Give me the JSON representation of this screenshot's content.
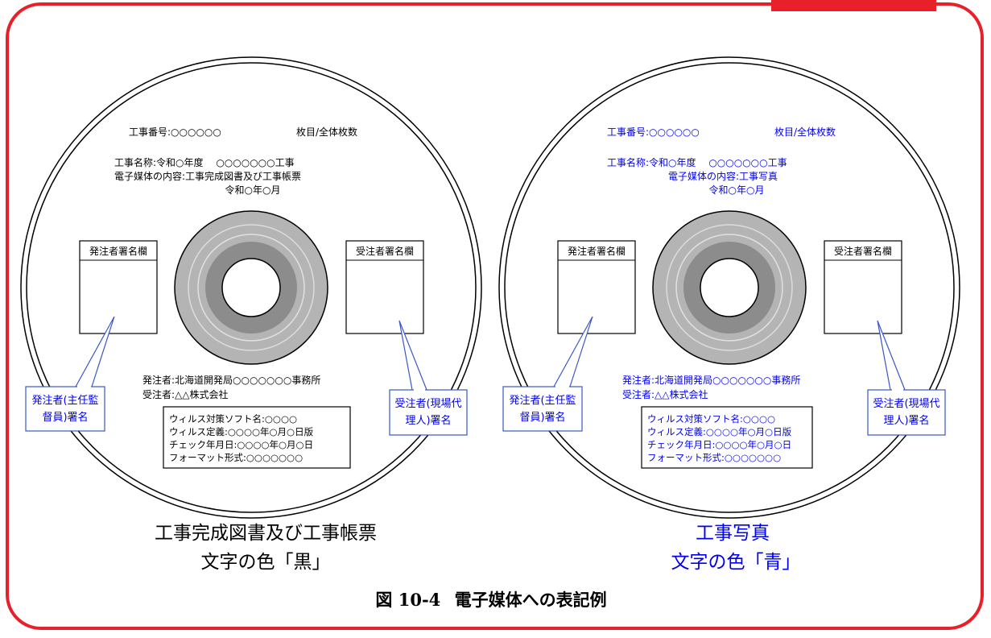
{
  "left_disc": {
    "text_color": "#000000",
    "construction_number": "工事番号:○○○○○○",
    "sheet_count": "枚目/全体枚数",
    "construction_name": "工事名称:令和○年度　 ○○○○○○○工事",
    "media_content": "電子媒体の内容:工事完成図書及び工事帳票",
    "date": "令和○年○月",
    "orderer_box_label": "発注者署名欄",
    "contractor_box_label": "受注者署名欄",
    "orderer": "発注者:北海道開発局○○○○○○○事務所",
    "contractor": "受注者:△△株式会社",
    "antivirus_name": "ウィルス対策ソフト名:○○○○",
    "virus_definition": "ウィルス定義:○○○○年○月○日版",
    "check_date": "チェック年月日:○○○○年○月○日",
    "format_type": "フォーマット形式:○○○○○○○",
    "orderer_callout": "発注者(主任監督員)署名",
    "contractor_callout": "受注者(現場代理人)署名",
    "caption_line1": "工事完成図書及び工事帳票",
    "caption_line2": "文字の色「黒」"
  },
  "right_disc": {
    "text_color": "#0000ee",
    "construction_number": "工事番号:○○○○○○",
    "sheet_count": "枚目/全体枚数",
    "construction_name": "工事名称:令和○年度　 ○○○○○○○工事",
    "media_content": "電子媒体の内容:工事写真",
    "date": "令和○年○月",
    "orderer_box_label": "発注者署名欄",
    "contractor_box_label": "受注者署名欄",
    "orderer": "発注者:北海道開発局○○○○○○○事務所",
    "contractor": "受注者:△△株式会社",
    "antivirus_name": "ウィルス対策ソフト名:○○○○",
    "virus_definition": "ウィルス定義:○○○○年○月○日版",
    "check_date": "チェック年月日:○○○○年○月○日",
    "format_type": "フォーマット形式:○○○○○○○",
    "orderer_callout": "発注者(主任監督員)署名",
    "contractor_callout": "受注者(現場代理人)署名",
    "caption_line1": "工事写真",
    "caption_line2": "文字の色「青」"
  },
  "figure": {
    "number": "図 10-4",
    "title": "電子媒体への表記例"
  },
  "colors": {
    "frame": "#e8202a",
    "callout_text": "#0000ee",
    "callout_border": "#3a56c8"
  }
}
